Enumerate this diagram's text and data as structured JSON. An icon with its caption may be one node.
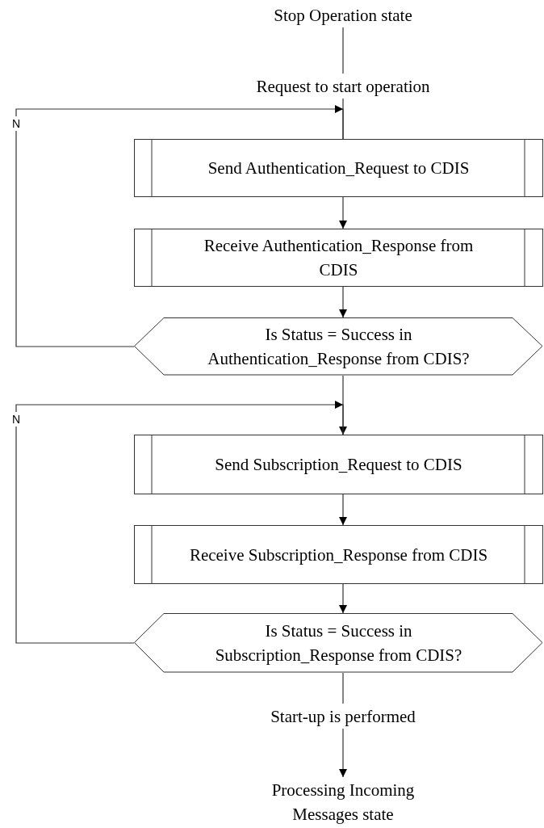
{
  "diagram": {
    "nodes": [
      {
        "text": [
          "Stop Operation state"
        ]
      },
      {
        "text": [
          "Request to start operation"
        ]
      },
      {
        "text": [
          "Send Authentication_Request to CDIS"
        ]
      },
      {
        "text": [
          "Receive Authentication_Response from CDIS"
        ]
      },
      {
        "text": [
          "Is Status = Success in Authentication_Response from CDIS?"
        ]
      },
      {
        "text": [
          "Send Subscription_Request to CDIS"
        ]
      },
      {
        "text": [
          "Receive Subscription_Response from CDIS"
        ]
      },
      {
        "text": [
          "Is Status = Success in Subscription_Response from CDIS?"
        ]
      },
      {
        "text": [
          "Start-up is performed"
        ]
      },
      {
        "text": [
          "Processing Incoming Messages state"
        ]
      }
    ],
    "edges": [
      {
        "from": 0,
        "to": 1,
        "arrow": "none"
      },
      {
        "from": 1,
        "to": 2,
        "arrow": "none"
      },
      {
        "from": 2,
        "to": 3,
        "arrow": "to"
      },
      {
        "from": 3,
        "to": 4,
        "arrow": "to"
      },
      {
        "from": 4,
        "to": 2,
        "arrow": "to",
        "label": "N"
      },
      {
        "from": 4,
        "to": 5,
        "arrow": "to"
      },
      {
        "from": 5,
        "to": 6,
        "arrow": "to"
      },
      {
        "from": 6,
        "to": 7,
        "arrow": "to"
      },
      {
        "from": 7,
        "to": 5,
        "arrow": "to",
        "label": "N"
      },
      {
        "from": 7,
        "to": 8,
        "arrow": "none"
      },
      {
        "from": 8,
        "to": 9,
        "arrow": "to"
      }
    ]
  }
}
